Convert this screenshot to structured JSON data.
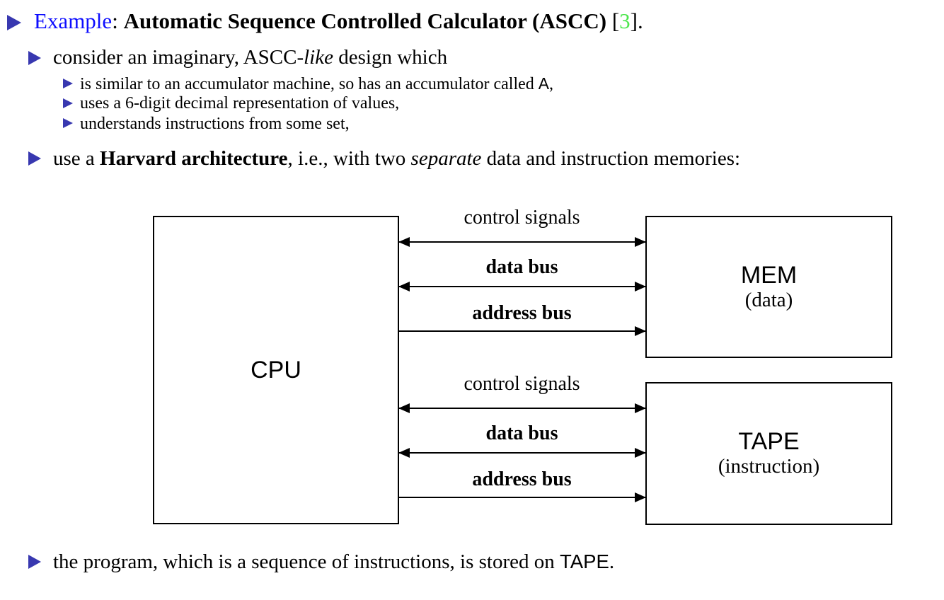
{
  "colors": {
    "bullet": "#3838b0",
    "link": "#0d0dff",
    "cite": "#4ce64c",
    "ink": "#000000"
  },
  "title": {
    "example": "Example",
    "sep": ": ",
    "main": "Automatic Sequence Controlled Calculator (ASCC)",
    "cite_open": " [",
    "cite_num": "3",
    "cite_close": "]."
  },
  "bullets": {
    "consider": {
      "pre": "consider an imaginary, ASCC-",
      "em": "like",
      "post": " design which"
    },
    "sub_items": [
      {
        "pre": "is similar to an accumulator machine, so has an accumulator called ",
        "code": "A",
        "post": ","
      },
      {
        "text": "uses a 6-digit decimal representation of values,"
      },
      {
        "text": "understands instructions from some set,"
      }
    ],
    "harvard": {
      "pre": "use a ",
      "bold": "Harvard architecture",
      "mid": ", i.e., with two ",
      "em": "separate",
      "post": " data and instruction memories:"
    },
    "final": {
      "pre": "the program, which is a sequence of instructions, is stored on ",
      "code": "TAPE",
      "post": "."
    }
  },
  "diagram": {
    "cpu": {
      "label": "CPU"
    },
    "mem": {
      "label": "MEM",
      "sublabel": "(data)"
    },
    "tape": {
      "label": "TAPE",
      "sublabel": "(instruction)"
    },
    "top_buses": [
      {
        "label": "control signals",
        "direction": "bidirectional"
      },
      {
        "label": "data bus",
        "direction": "bidirectional"
      },
      {
        "label": "address bus",
        "direction": "cpu-to-mem"
      }
    ],
    "bottom_buses": [
      {
        "label": "control signals",
        "direction": "bidirectional"
      },
      {
        "label": "data bus",
        "direction": "bidirectional"
      },
      {
        "label": "address bus",
        "direction": "cpu-to-tape"
      }
    ]
  }
}
